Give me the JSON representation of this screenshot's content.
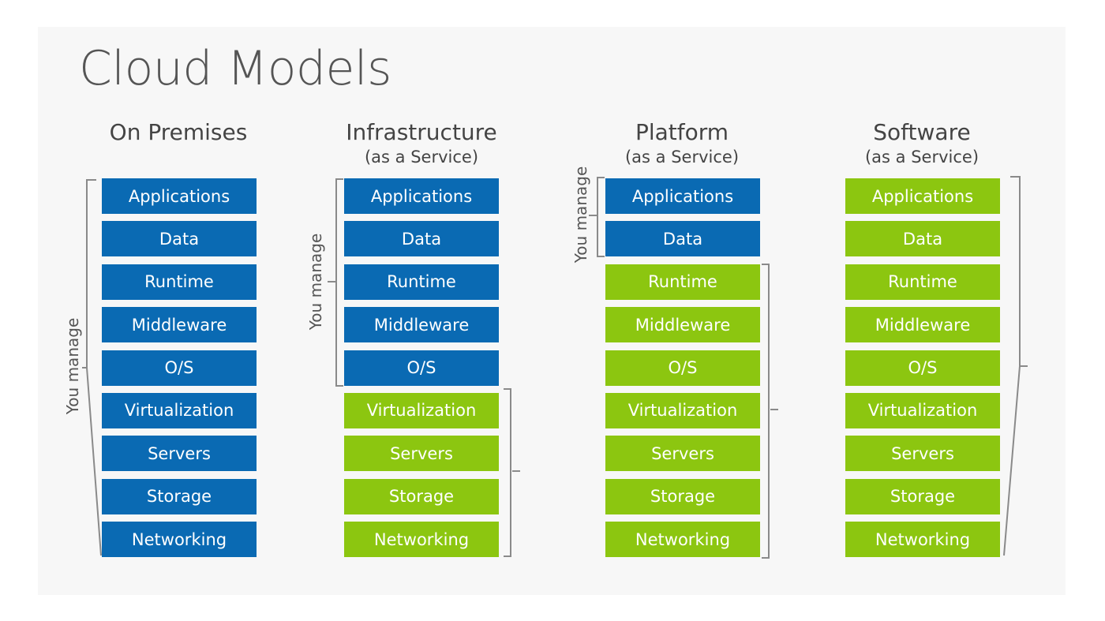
{
  "title": "Cloud Models",
  "bracket_label": "You manage",
  "colors": {
    "you_manage": "#0a6ab3",
    "vendor_managed": "#8cc610"
  },
  "layers": [
    "Applications",
    "Data",
    "Runtime",
    "Middleware",
    "O/S",
    "Virtualization",
    "Servers",
    "Storage",
    "Networking"
  ],
  "columns": [
    {
      "heading": "On Premises",
      "subheading": "",
      "you_manage_count": 9
    },
    {
      "heading": "Infrastructure",
      "subheading": "(as a Service)",
      "you_manage_count": 5
    },
    {
      "heading": "Platform",
      "subheading": "(as a Service)",
      "you_manage_count": 2
    },
    {
      "heading": "Software",
      "subheading": "(as a Service)",
      "you_manage_count": 0
    }
  ]
}
